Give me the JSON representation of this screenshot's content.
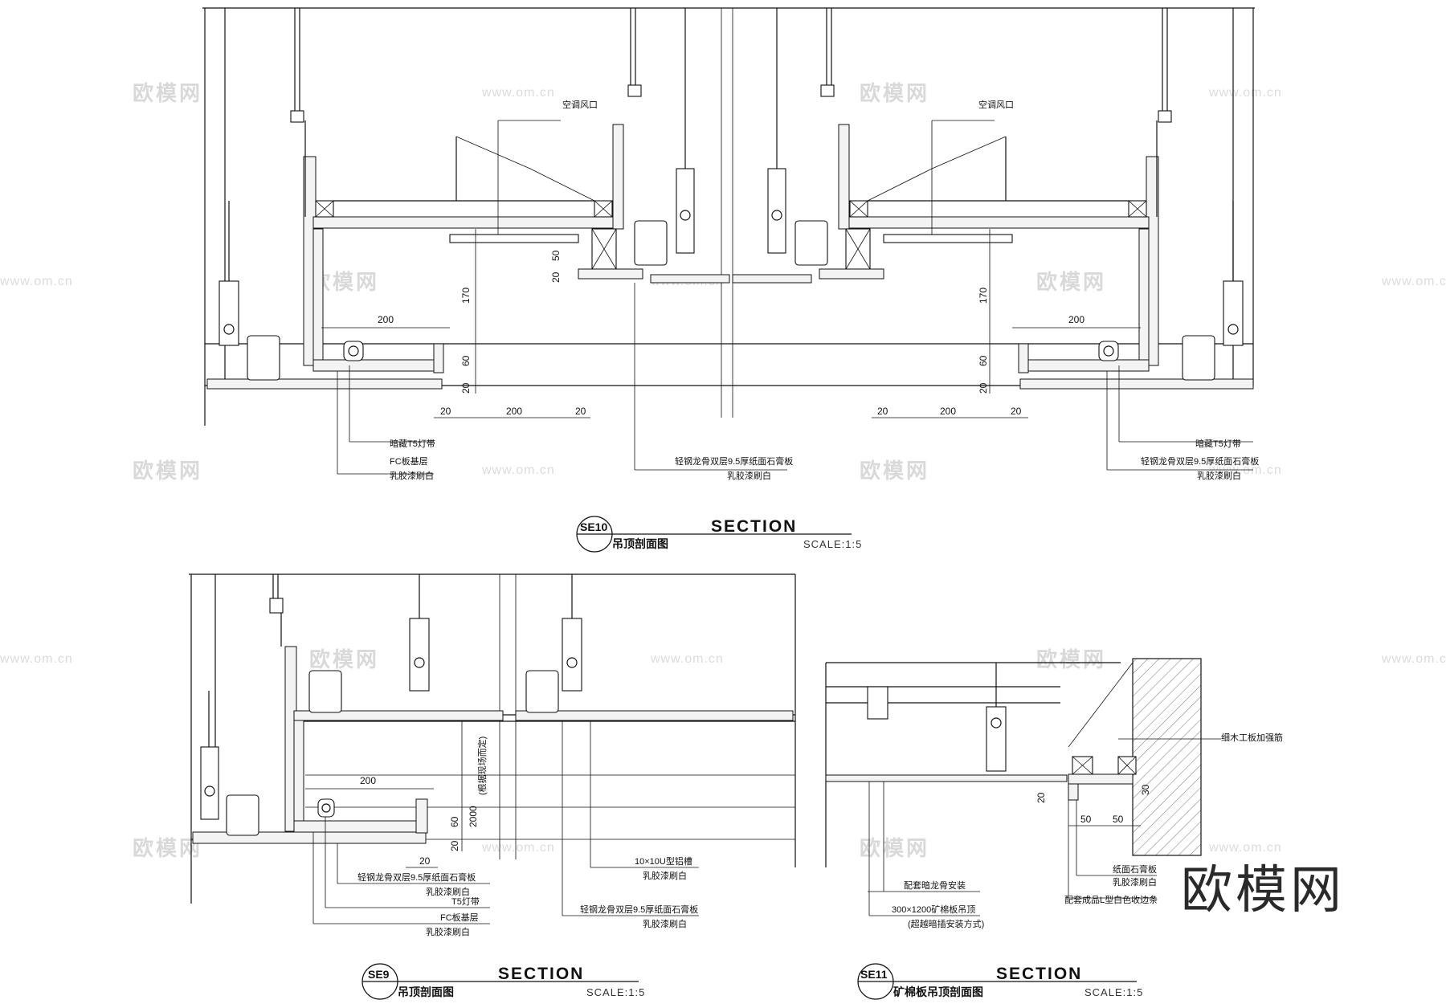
{
  "watermark": {
    "logo_text": "欧模网",
    "url_text": "www.om.cn",
    "corner_logo": "欧模网"
  },
  "se10": {
    "tag": "SE10",
    "section_word": "SECTION",
    "title": "吊顶剖面图",
    "scale": "SCALE:1:5",
    "labels": {
      "ac_vent_left": "空调风口",
      "ac_vent_right": "空调风口",
      "t5_left": "暗藏T5灯带",
      "fc_board": "FC板基层",
      "latex_left": "乳胶漆刷白",
      "gypsum_mid": "轻钢龙骨双层9.5厚纸面石膏板",
      "latex_mid": "乳胶漆刷白",
      "t5_right": "暗藏T5灯带",
      "gypsum_right": "轻钢龙骨双层9.5厚纸面石膏板",
      "latex_right": "乳胶漆刷白"
    },
    "dims": {
      "d200_left": "200",
      "d170_left": "170",
      "d60_left": "60",
      "d20_left": "20",
      "d50_left": "50",
      "d20b_left": "20",
      "b20a_left": "20",
      "b200_left": "200",
      "b20b_left": "20",
      "d200_right": "200",
      "d170_right": "170",
      "d60_right": "60",
      "d20_right": "20",
      "b20a_right": "20",
      "b200_right": "200",
      "b20b_right": "20"
    }
  },
  "se9": {
    "tag": "SE9",
    "section_word": "SECTION",
    "title": "吊顶剖面图",
    "scale": "SCALE:1:5",
    "labels": {
      "gypsum_a": "轻钢龙骨双层9.5厚纸面石膏板",
      "latex_a": "乳胶漆刷白",
      "t5": "T5灯带",
      "fc_board": "FC板基层",
      "latex_b": "乳胶漆刷白",
      "groove": "10×10U型铝槽",
      "latex_c": "乳胶漆刷白",
      "gypsum_b": "轻钢龙骨双层9.5厚纸面石膏板",
      "latex_d": "乳胶漆刷白",
      "vertical_note": "(根据现场而定)"
    },
    "dims": {
      "d200": "200",
      "d2000": "2000",
      "d60": "60",
      "d20": "20",
      "d20b": "20"
    }
  },
  "se11": {
    "tag": "SE11",
    "section_word": "SECTION",
    "title": "矿棉板吊顶剖面图",
    "scale": "SCALE:1:5",
    "labels": {
      "wood_board": "细木工板加强筋",
      "gypsum": "纸面石膏板",
      "latex": "乳胶漆刷白",
      "trim": "配套成品L型白色收边条",
      "keel": "配套暗龙骨安装",
      "panel": "300×1200矿棉板吊顶",
      "install": "(超越暗插安装方式)"
    },
    "dims": {
      "d20": "20",
      "d50a": "50",
      "d50b": "50",
      "d30": "30"
    }
  }
}
